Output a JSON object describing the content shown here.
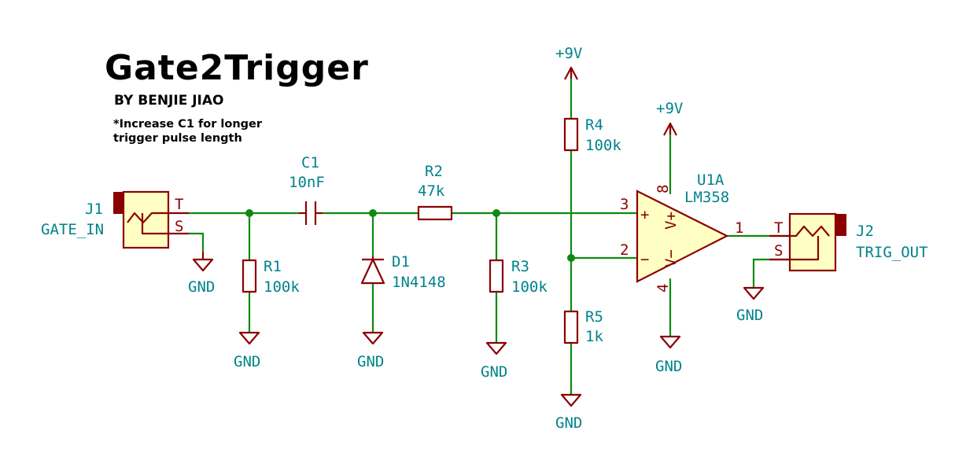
{
  "header": {
    "title": "Gate2Trigger",
    "author": "BY BENJIE JIAO",
    "note_line1": "*Increase C1 for longer",
    "note_line2": "trigger pulse length"
  },
  "power": {
    "vcc": "+9V",
    "gnd": "GND"
  },
  "components": {
    "J1": {
      "ref": "J1",
      "value": "GATE_IN",
      "pin_tip": "T",
      "pin_sleeve": "S"
    },
    "J2": {
      "ref": "J2",
      "value": "TRIG_OUT",
      "pin_tip": "T",
      "pin_sleeve": "S"
    },
    "C1": {
      "ref": "C1",
      "value": "10nF"
    },
    "R1": {
      "ref": "R1",
      "value": "100k"
    },
    "R2": {
      "ref": "R2",
      "value": "47k"
    },
    "R3": {
      "ref": "R3",
      "value": "100k"
    },
    "R4": {
      "ref": "R4",
      "value": "100k"
    },
    "R5": {
      "ref": "R5",
      "value": "1k"
    },
    "D1": {
      "ref": "D1",
      "value": "1N4148"
    },
    "U1A": {
      "ref": "U1A",
      "value": "LM358",
      "pin_noninv": "3",
      "pin_inv": "2",
      "pin_out": "1",
      "pin_vplus": "8",
      "pin_vminus": "4",
      "sign_plus": "+",
      "sign_minus": "−",
      "label_vplus": "V+",
      "label_vminus": "V−"
    }
  },
  "colors": {
    "wire": "#0f8a0f",
    "component": "#8b0000",
    "component_fill": "#ffffc4",
    "label": "#00838a"
  }
}
